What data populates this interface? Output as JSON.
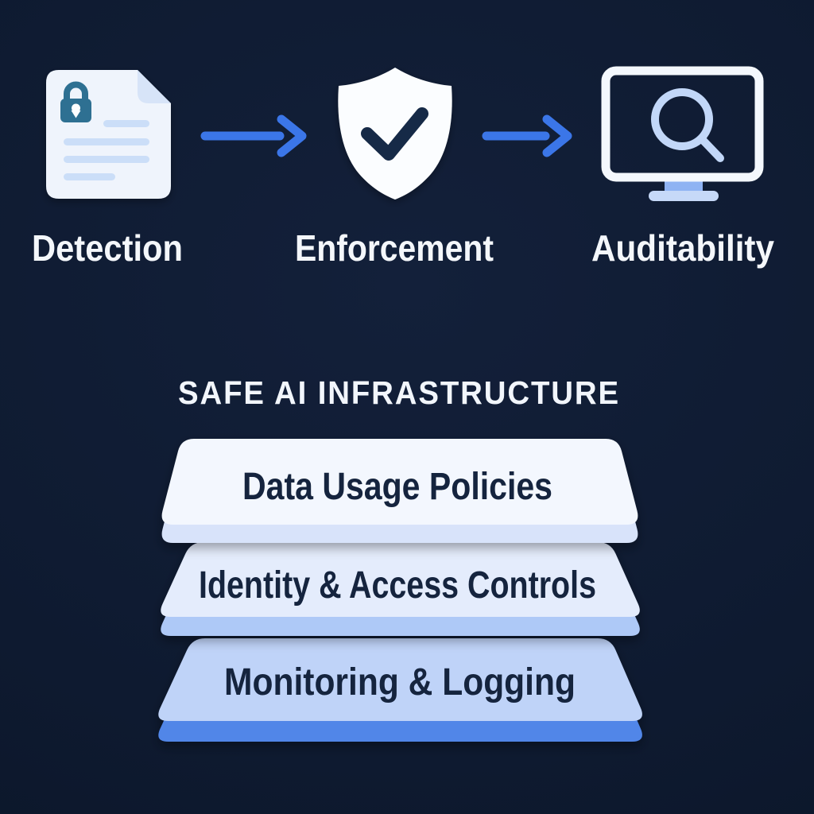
{
  "background": {
    "color": "#0d1830"
  },
  "flow": {
    "arrow_color": "#3b76e8",
    "label_color": "#f4f7fb",
    "steps": [
      {
        "id": "detection",
        "label": "Detection",
        "icon": "document-lock-icon"
      },
      {
        "id": "enforcement",
        "label": "Enforcement",
        "icon": "shield-check-icon"
      },
      {
        "id": "auditability",
        "label": "Auditability",
        "icon": "monitor-search-icon"
      }
    ]
  },
  "icons": {
    "document": {
      "body_color": "#eff4fc",
      "fold_color": "#d7e4f8",
      "line_color": "#cbdef8",
      "lock_color": "#2f7092",
      "keyhole_color": "#fdfeff"
    },
    "shield": {
      "fill_color": "#fbfdff",
      "check_color": "#142947"
    },
    "monitor": {
      "frame_color": "#f4f8fd",
      "magnifier_color": "#c2d7f8",
      "stand_color": "#8fb3f3",
      "base_color": "#c6d9f8"
    }
  },
  "stack": {
    "title": "SAFE AI INFRASTRUCTURE",
    "title_color": "#f2f6fc",
    "label_color": "#15243e",
    "layers": [
      {
        "label": "Data Usage Policies",
        "top_color": "#f3f7fe",
        "side_color": "#d8e3fa"
      },
      {
        "label": "Identity & Access Controls",
        "top_color": "#e4ecfc",
        "side_color": "#aec9f7"
      },
      {
        "label": "Monitoring & Logging",
        "top_color": "#bfd3f8",
        "side_color": "#5186e8"
      }
    ]
  }
}
